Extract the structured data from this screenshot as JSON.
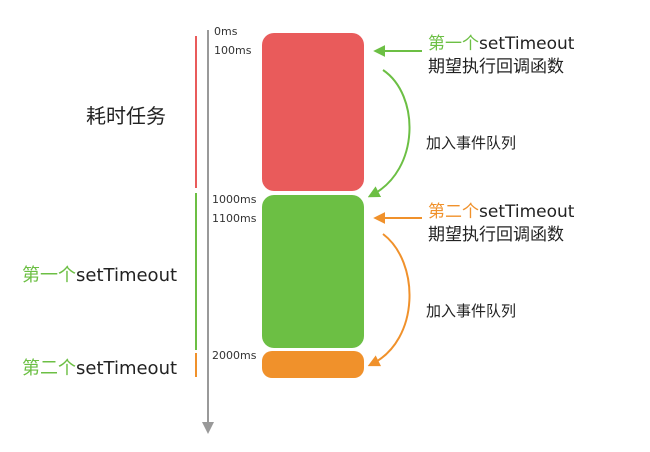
{
  "colors": {
    "red": "#e95b5b",
    "green": "#6cbf44",
    "orange": "#f0912b",
    "axis": "#999999"
  },
  "timeline": {
    "ticks": [
      "0ms",
      "100ms",
      "1000ms",
      "1100ms",
      "2000ms"
    ]
  },
  "left_labels": {
    "task": "耗时任务",
    "first_prefix": "第一个",
    "first_suffix": "setTimeout",
    "second_prefix": "第二个",
    "second_suffix": "setTimeout"
  },
  "right_notes": {
    "first_line1_prefix": "第一个",
    "first_line1_suffix": "setTimeout",
    "first_line2": "期望执行回调函数",
    "second_line1_prefix": "第二个",
    "second_line1_suffix": "setTimeout",
    "second_line2": "期望执行回调函数",
    "enqueue1": "加入事件队列",
    "enqueue2": "加入事件队列"
  }
}
